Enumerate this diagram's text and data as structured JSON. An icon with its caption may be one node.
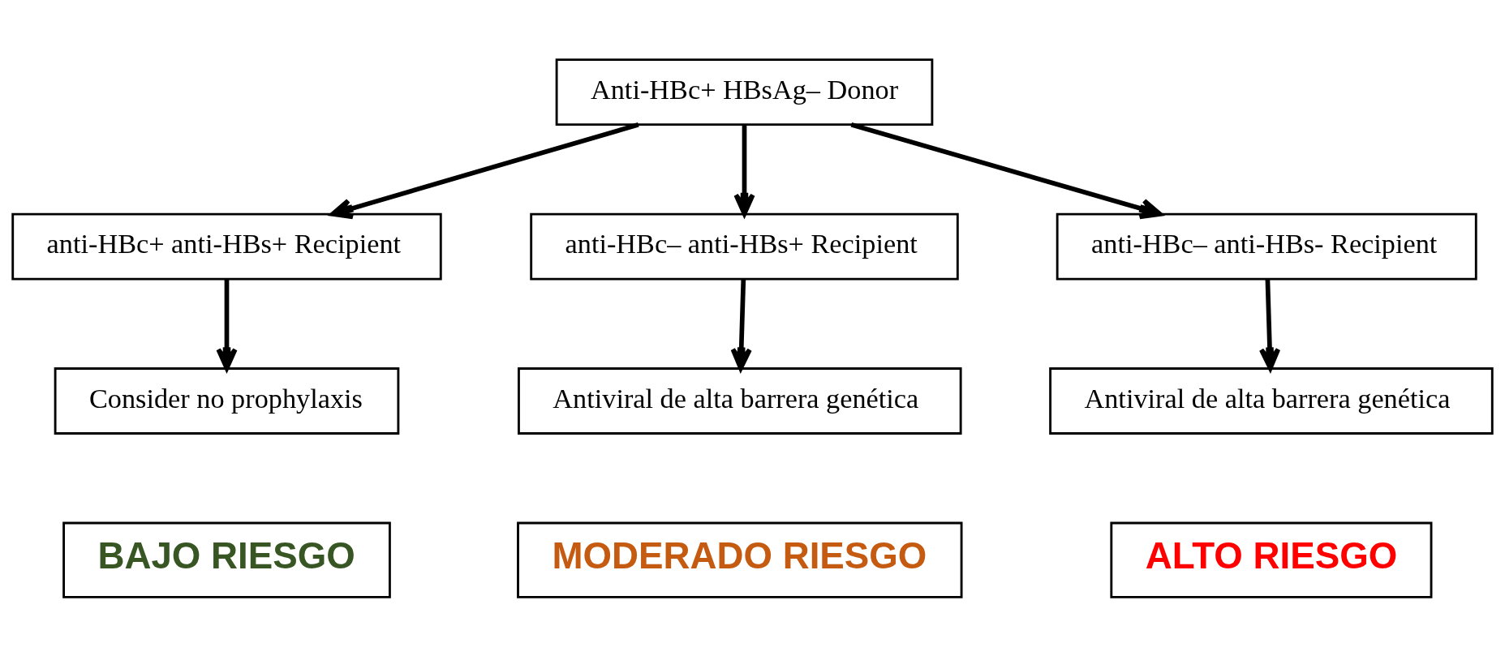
{
  "diagram": {
    "nodes": [
      {
        "text": [
          "Anti-HBc+ HBsAg– Donor"
        ]
      },
      {
        "text": [
          "anti-HBc+ anti-HBs+ Recipient"
        ]
      },
      {
        "text": [
          "anti-HBc– anti-HBs+ Recipient"
        ]
      },
      {
        "text": [
          "anti-HBc– anti-HBs- Recipient"
        ]
      },
      {
        "text": [
          "Consider no prophylaxis"
        ]
      },
      {
        "text": [
          "Antiviral de alta barrera genética"
        ]
      },
      {
        "text": [
          "Antiviral de alta barrera genética"
        ]
      },
      {
        "text": [
          "BAJO RIESGO"
        ]
      },
      {
        "text": [
          "MODERADO RIESGO"
        ]
      },
      {
        "text": [
          "ALTO RIESGO"
        ]
      }
    ],
    "edges": [
      {
        "from": 0,
        "to": 1,
        "arrow": "to"
      },
      {
        "from": 0,
        "to": 2,
        "arrow": "to"
      },
      {
        "from": 0,
        "to": 3,
        "arrow": "to"
      },
      {
        "from": 1,
        "to": 4,
        "arrow": "to"
      },
      {
        "from": 2,
        "to": 5,
        "arrow": "to"
      },
      {
        "from": 3,
        "to": 6,
        "arrow": "to"
      }
    ]
  }
}
